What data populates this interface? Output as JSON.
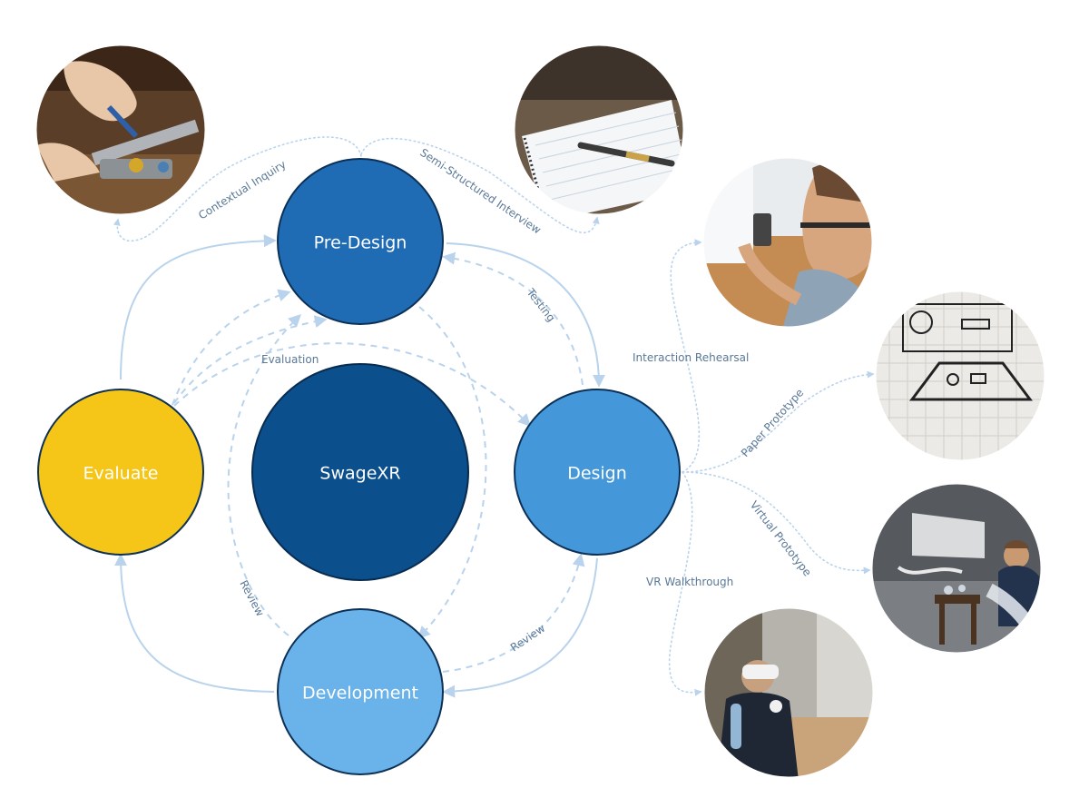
{
  "colors": {
    "pre_design": "#1f6cb5",
    "design": "#4497d9",
    "development": "#6ab2ea",
    "core": "#0b4f8c",
    "evaluate": "#f5c518",
    "arrow": "#b9d3ec",
    "label_text": "#5a7896"
  },
  "nodes": {
    "pre_design": "Pre-Design",
    "design": "Design",
    "development": "Development",
    "evaluate": "Evaluate",
    "core": "SwageXR"
  },
  "edge_labels": {
    "contextual_inquiry": "Contextual Inquiry",
    "semi_structured_interview": "Semi-Structured Interview",
    "testing": "Testing",
    "evaluation": "Evaluation",
    "interaction_rehearsal": "Interaction Rehearsal",
    "paper_prototype": "Paper Prototype",
    "virtual_prototype": "Virtual Prototype",
    "vr_walkthrough": "VR Walkthrough",
    "review_left": "Review",
    "review_right": "Review"
  },
  "photos": [
    {
      "icon": "tool-crimping-photo"
    },
    {
      "icon": "notebook-pen-photo"
    },
    {
      "icon": "phone-user-photo"
    },
    {
      "icon": "paper-sketch-photo"
    },
    {
      "icon": "vr-scene-photo"
    },
    {
      "icon": "vr-headset-user-photo"
    }
  ]
}
